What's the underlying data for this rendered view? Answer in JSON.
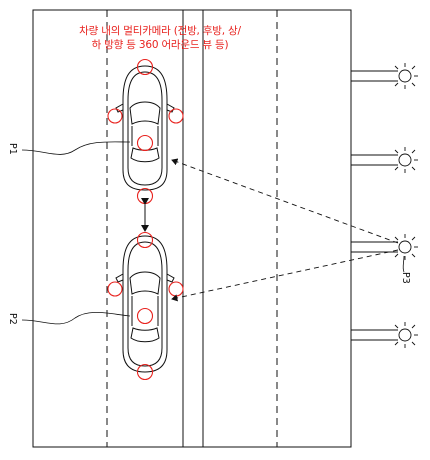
{
  "caption": {
    "line1": "차량 내의 멀티카메라 (전방, 후방, 상/",
    "line2": "하 방향 등 360 어라운드 뷰 등)"
  },
  "labels": {
    "p1": "P1",
    "p2": "P2",
    "p3": "P3"
  },
  "colors": {
    "camera_marker": "#e8231f",
    "line": "#111111"
  }
}
